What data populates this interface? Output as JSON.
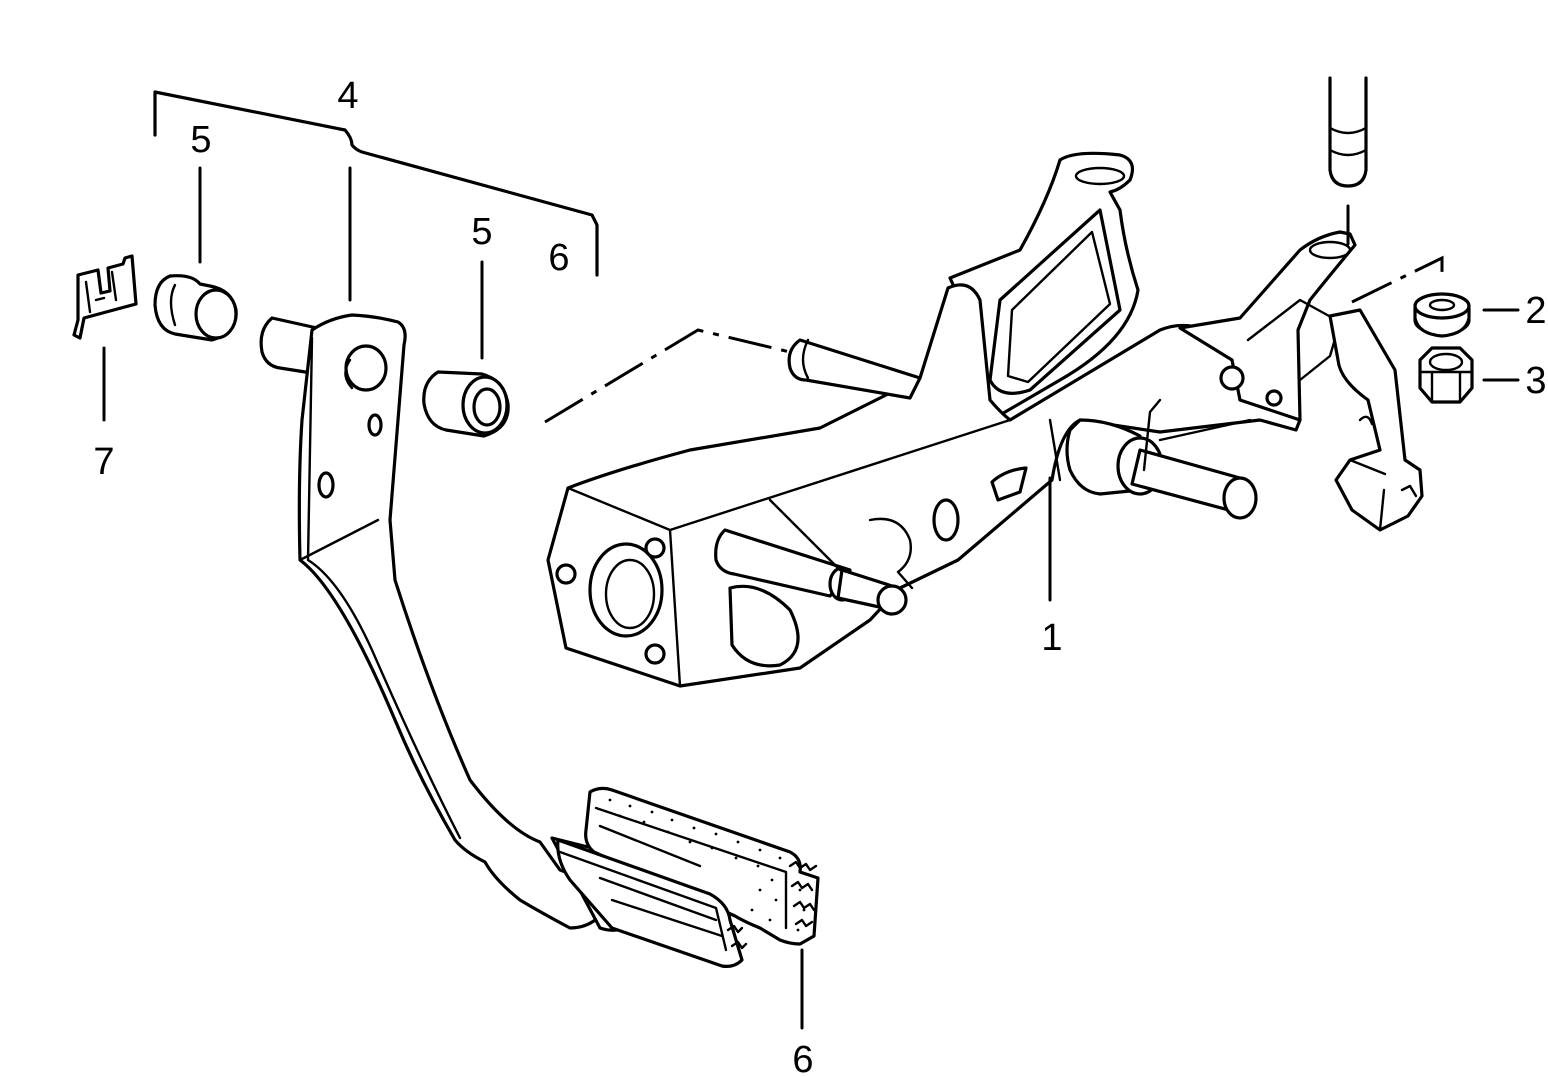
{
  "callouts": {
    "c1": "1",
    "c2": "2",
    "c3": "3",
    "c4": "4",
    "c5a": "5",
    "c5b": "5",
    "c6a": "6",
    "c6b": "6",
    "c7": "7"
  },
  "colors": {
    "ink": "#000000",
    "paper": "#ffffff"
  }
}
